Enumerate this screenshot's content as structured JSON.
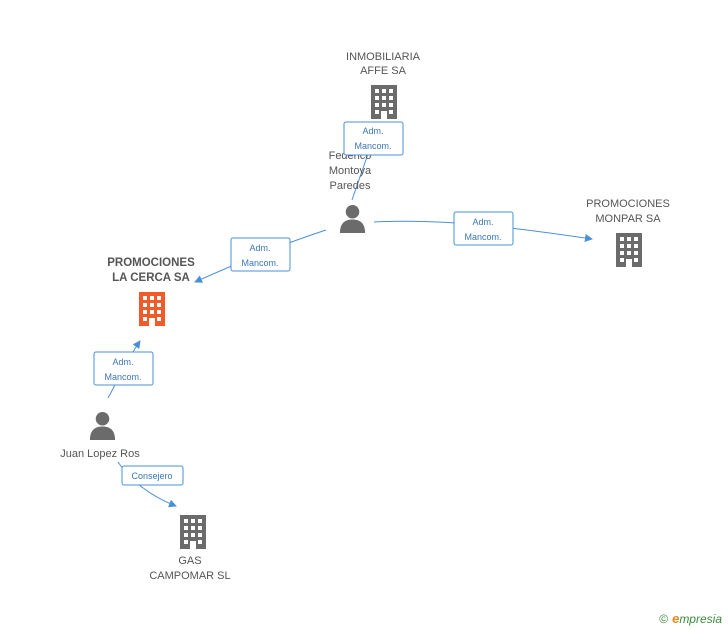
{
  "nodes": {
    "inmobiliaria": {
      "lines": [
        "INMOBILIARIA",
        "AFFE SA"
      ],
      "type": "company"
    },
    "federico": {
      "lines": [
        "Federico",
        "Montoya",
        "Paredes"
      ],
      "type": "person"
    },
    "monpar": {
      "lines": [
        "PROMOCIONES",
        "MONPAR SA"
      ],
      "type": "company"
    },
    "lacerca": {
      "lines": [
        "PROMOCIONES",
        "LA CERCA SA"
      ],
      "type": "company-focus"
    },
    "juan": {
      "lines": [
        "Juan Lopez Ros"
      ],
      "type": "person"
    },
    "gas": {
      "lines": [
        "GAS",
        "CAMPOMAR SL"
      ],
      "type": "company"
    }
  },
  "relations": {
    "r1": {
      "lines": [
        "Adm.",
        "Mancom."
      ]
    },
    "r2": {
      "lines": [
        "Adm.",
        "Mancom."
      ]
    },
    "r3": {
      "lines": [
        "Adm.",
        "Mancom."
      ]
    },
    "r4": {
      "lines": [
        "Adm.",
        "Mancom."
      ]
    },
    "r5": {
      "lines": [
        "Consejero"
      ]
    }
  },
  "colors": {
    "company": "#6b6b6b",
    "focus": "#f15a29",
    "person": "#6b6b6b",
    "edge": "#4a90d9"
  },
  "footer": {
    "copyright": "©",
    "brand_initial": "e",
    "brand_rest": "mpresia"
  }
}
